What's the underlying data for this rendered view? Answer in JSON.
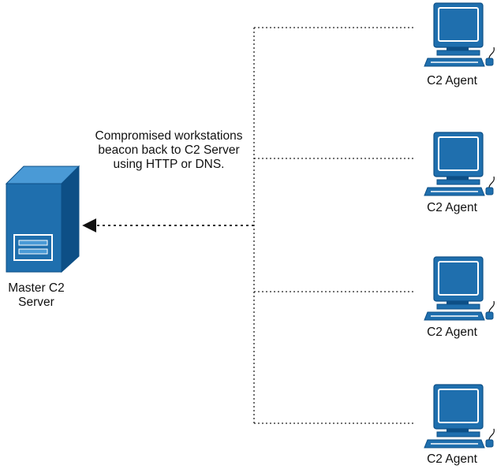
{
  "annotation": {
    "lines": [
      "Compromised workstations",
      "beacon back to C2 Server",
      "using HTTP or DNS."
    ]
  },
  "server": {
    "icon": "server-icon",
    "label_lines": [
      "Master C2",
      "Server"
    ]
  },
  "agents": [
    {
      "label": "C2 Agent",
      "icon": "computer-icon"
    },
    {
      "label": "C2 Agent",
      "icon": "computer-icon"
    },
    {
      "label": "C2 Agent",
      "icon": "computer-icon"
    },
    {
      "label": "C2 Agent",
      "icon": "computer-icon"
    }
  ],
  "colors": {
    "icon_fill": "#1F6FAE",
    "icon_light": "#4A9AD6",
    "icon_dark": "#0D4F86",
    "connector": "#222222"
  }
}
